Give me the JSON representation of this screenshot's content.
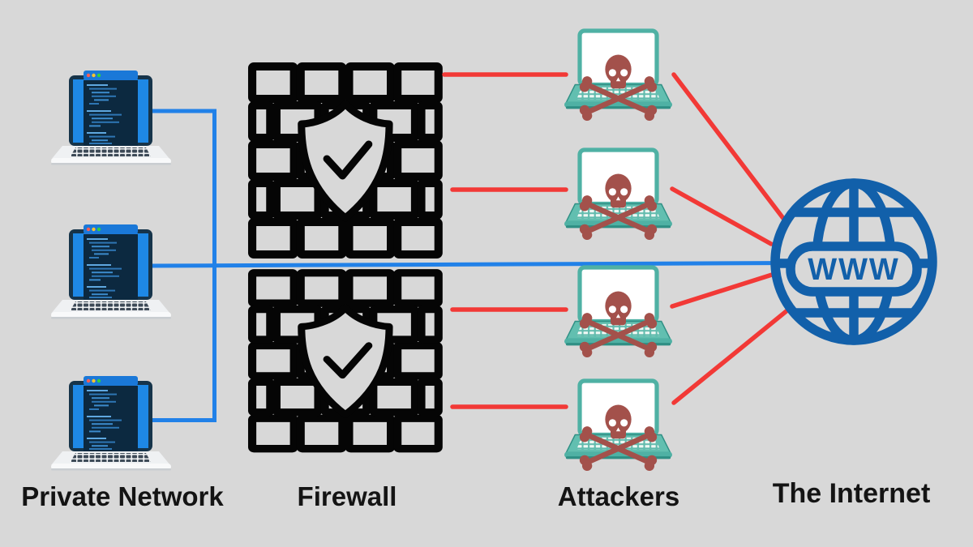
{
  "scene": {
    "background_color": "#d8d8d8",
    "groups": {
      "private_network": {
        "label": "Private Network",
        "client_count": 3
      },
      "firewall": {
        "label": "Firewall",
        "wall_count": 2
      },
      "attackers": {
        "label": "Attackers",
        "attacker_count": 4
      },
      "internet": {
        "label": "The Internet",
        "badge": "WWW"
      }
    },
    "legend_colors": {
      "allowed_connection": "#2181e8",
      "blocked_connection": "#f23936",
      "firewall_icon": "#000000",
      "globe_icon": "#1260aa",
      "attacker_laptop": "#4fb1a4",
      "skull": "#a3514b",
      "client_screen": "#1e88e5"
    },
    "connections": [
      {
        "from": "client-1",
        "to": "lan-bus",
        "status": "allowed"
      },
      {
        "from": "client-2",
        "to": "internet",
        "status": "allowed"
      },
      {
        "from": "client-3",
        "to": "lan-bus",
        "status": "allowed"
      },
      {
        "from": "attacker-1",
        "to": "firewall",
        "status": "blocked"
      },
      {
        "from": "attacker-2",
        "to": "firewall",
        "status": "blocked"
      },
      {
        "from": "attacker-3",
        "to": "firewall",
        "status": "blocked"
      },
      {
        "from": "attacker-4",
        "to": "firewall",
        "status": "blocked"
      },
      {
        "from": "attacker-1",
        "to": "internet",
        "status": "link"
      },
      {
        "from": "attacker-2",
        "to": "internet",
        "status": "link"
      },
      {
        "from": "attacker-3",
        "to": "internet",
        "status": "link"
      },
      {
        "from": "attacker-4",
        "to": "internet",
        "status": "link"
      }
    ]
  }
}
